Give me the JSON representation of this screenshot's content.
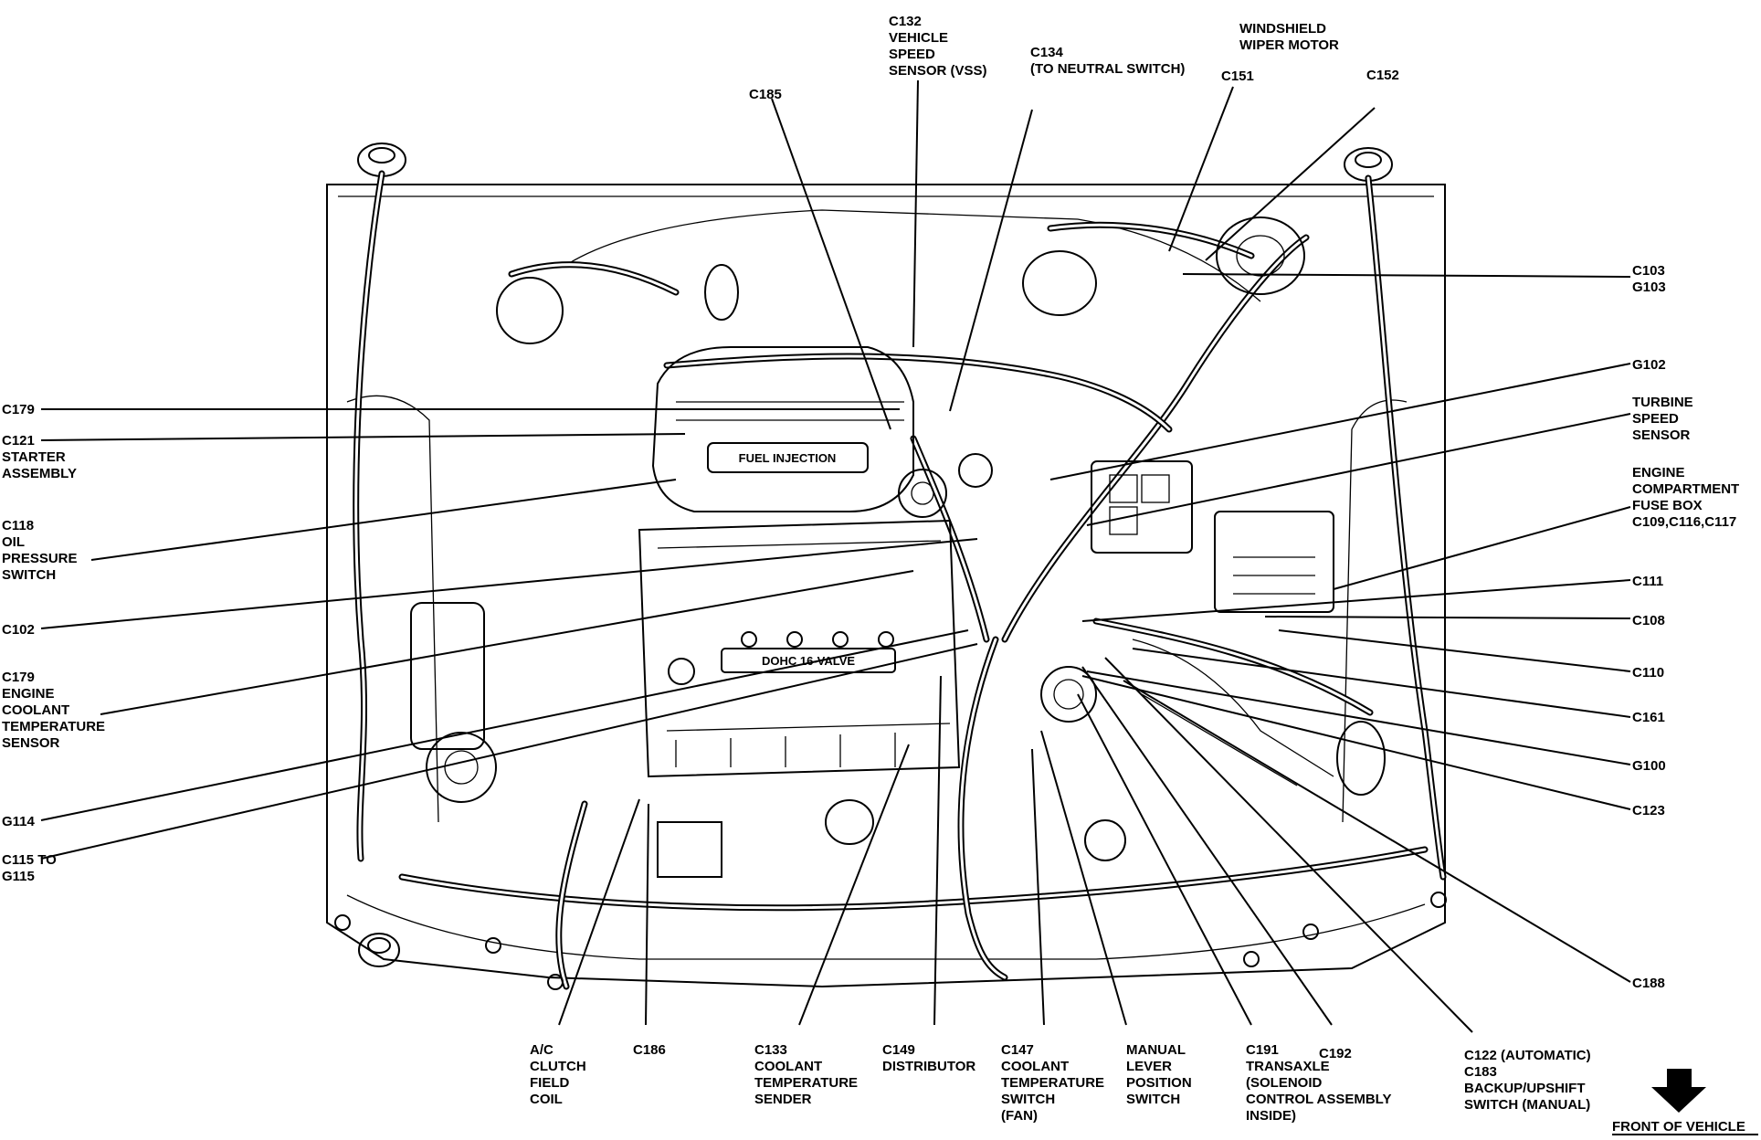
{
  "diagram": {
    "callouts": [
      {
        "id": "c185",
        "lines": [
          "C185"
        ]
      },
      {
        "id": "c132",
        "lines": [
          "C132",
          "VEHICLE",
          "SPEED",
          "SENSOR (VSS)"
        ]
      },
      {
        "id": "c134",
        "lines": [
          "C134",
          "(TO NEUTRAL SWITCH)"
        ]
      },
      {
        "id": "wiper",
        "lines": [
          "WINDSHIELD",
          "WIPER MOTOR"
        ]
      },
      {
        "id": "c151",
        "lines": [
          "C151"
        ]
      },
      {
        "id": "c152",
        "lines": [
          "C152"
        ]
      },
      {
        "id": "c103",
        "lines": [
          "C103",
          "G103"
        ]
      },
      {
        "id": "g102",
        "lines": [
          "G102"
        ]
      },
      {
        "id": "turbine",
        "lines": [
          "TURBINE",
          "SPEED",
          "SENSOR"
        ]
      },
      {
        "id": "fusebox",
        "lines": [
          "ENGINE",
          "COMPARTMENT",
          "FUSE BOX",
          "C109,C116,C117"
        ]
      },
      {
        "id": "c111",
        "lines": [
          "C111"
        ]
      },
      {
        "id": "c108",
        "lines": [
          "C108"
        ]
      },
      {
        "id": "c110",
        "lines": [
          "C110"
        ]
      },
      {
        "id": "c161",
        "lines": [
          "C161"
        ]
      },
      {
        "id": "g100",
        "lines": [
          "G100"
        ]
      },
      {
        "id": "c123",
        "lines": [
          "C123"
        ]
      },
      {
        "id": "c188",
        "lines": [
          "C188"
        ]
      },
      {
        "id": "c179a",
        "lines": [
          "C179"
        ]
      },
      {
        "id": "c121",
        "lines": [
          "C121",
          "STARTER",
          "ASSEMBLY"
        ]
      },
      {
        "id": "c118",
        "lines": [
          "C118",
          "OIL",
          "PRESSURE",
          "SWITCH"
        ]
      },
      {
        "id": "c102",
        "lines": [
          "C102"
        ]
      },
      {
        "id": "c179b",
        "lines": [
          "C179",
          "ENGINE",
          "COOLANT",
          "TEMPERATURE",
          "SENSOR"
        ]
      },
      {
        "id": "g114",
        "lines": [
          "G114"
        ]
      },
      {
        "id": "c115",
        "lines": [
          "C115 TO",
          "G115"
        ]
      },
      {
        "id": "ac",
        "lines": [
          "A/C",
          "CLUTCH",
          "FIELD",
          "COIL"
        ]
      },
      {
        "id": "c186",
        "lines": [
          "C186"
        ]
      },
      {
        "id": "c133",
        "lines": [
          "C133",
          "COOLANT",
          "TEMPERATURE",
          "SENDER"
        ]
      },
      {
        "id": "c149",
        "lines": [
          "C149",
          "DISTRIBUTOR"
        ]
      },
      {
        "id": "c147",
        "lines": [
          "C147",
          "COOLANT",
          "TEMPERATURE",
          "SWITCH",
          "(FAN)"
        ]
      },
      {
        "id": "manual",
        "lines": [
          "MANUAL",
          "LEVER",
          "POSITION",
          "SWITCH"
        ]
      },
      {
        "id": "c191",
        "lines": [
          "C191",
          "TRANSAXLE",
          "(SOLENOID",
          "CONTROL ASSEMBLY",
          "INSIDE)"
        ]
      },
      {
        "id": "c192",
        "lines": [
          "C192"
        ]
      },
      {
        "id": "c122",
        "lines": [
          "C122 (AUTOMATIC)",
          "C183",
          "BACKUP/UPSHIFT",
          "SWITCH (MANUAL)"
        ]
      }
    ],
    "engine_markings": {
      "fuel_injection": "FUEL INJECTION",
      "valve_cover": "DOHC 16-VALVE"
    },
    "front_indicator": "FRONT OF VEHICLE"
  }
}
